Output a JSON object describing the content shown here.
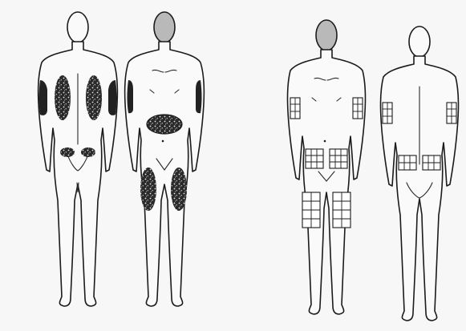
{
  "figures": [
    {
      "id": "figure-1",
      "view": "back",
      "sites": [
        "upper-arm-back-left",
        "upper-arm-back-right",
        "upper-back-left",
        "upper-back-right",
        "buttock-left",
        "buttock-right"
      ]
    },
    {
      "id": "figure-2",
      "view": "front",
      "sites": [
        "upper-arm-front-left",
        "upper-arm-front-right",
        "abdomen",
        "thigh-left",
        "thigh-right"
      ]
    },
    {
      "id": "figure-3",
      "view": "front",
      "grids": [
        "upper-arm-left",
        "upper-arm-right",
        "abdomen-left",
        "abdomen-right",
        "thigh-left",
        "thigh-right"
      ]
    },
    {
      "id": "figure-4",
      "view": "back",
      "grids": [
        "upper-arm-left",
        "upper-arm-right",
        "flank-left",
        "flank-right"
      ]
    }
  ],
  "colors": {
    "background": "#f7f7f7",
    "outline": "#1b1b1b",
    "site_fill": "#2a2a2a",
    "head_shade": "#b9b9b9"
  }
}
